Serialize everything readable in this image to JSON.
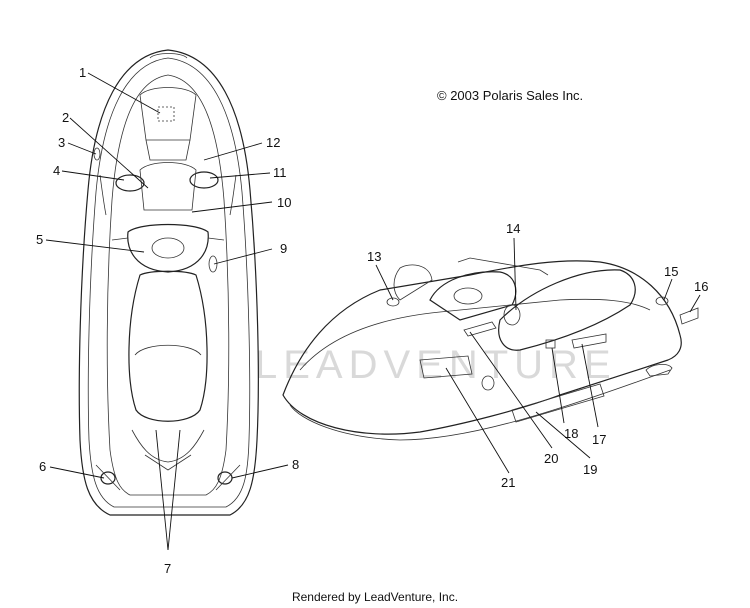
{
  "copyright": "© 2003 Polaris Sales Inc.",
  "footer": "Rendered by LeadVenture, Inc.",
  "watermark": "LEADVENTURE",
  "callouts": {
    "c1": "1",
    "c2": "2",
    "c3": "3",
    "c4": "4",
    "c5": "5",
    "c6": "6",
    "c7": "7",
    "c8": "8",
    "c9": "9",
    "c10": "10",
    "c11": "11",
    "c12": "12",
    "c13": "13",
    "c14": "14",
    "c15": "15",
    "c16": "16",
    "c17": "17",
    "c18": "18",
    "c19": "19",
    "c20": "20",
    "c21": "21"
  }
}
